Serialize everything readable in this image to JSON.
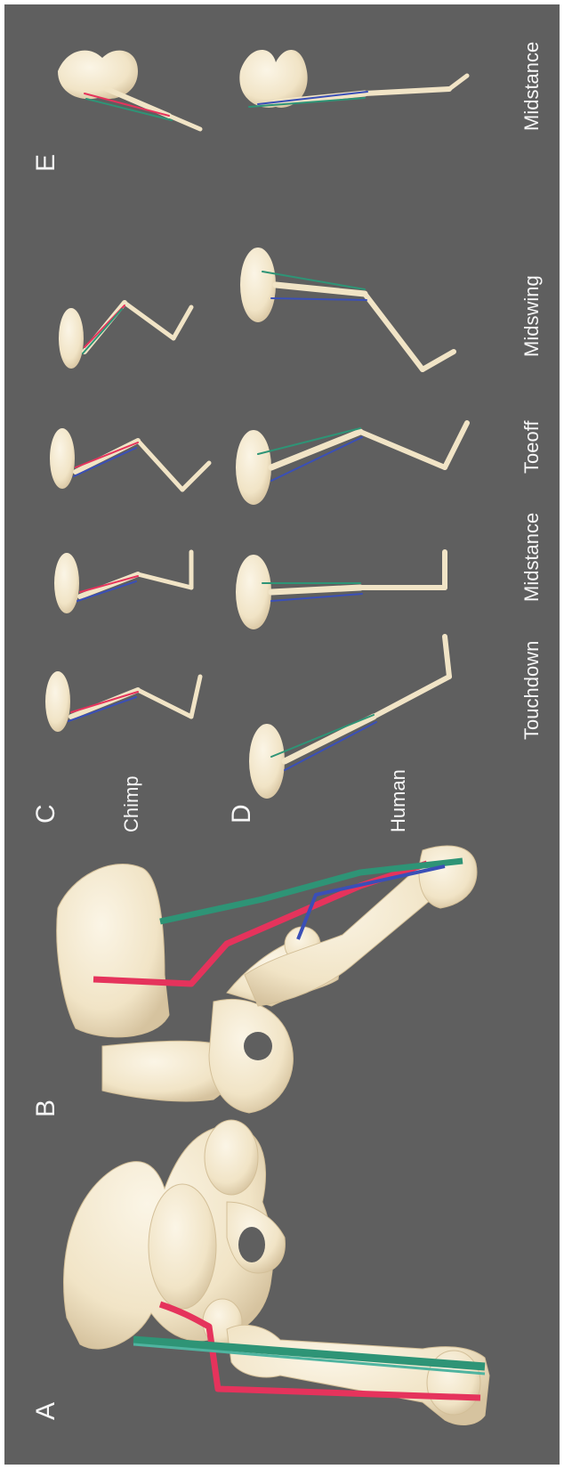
{
  "panels": {
    "a": {
      "label": "A"
    },
    "b": {
      "label": "B"
    },
    "c": {
      "label": "C",
      "species": "Chimp"
    },
    "d": {
      "label": "D",
      "species": "Human"
    },
    "e": {
      "label": "E"
    }
  },
  "phases": {
    "touchdown": "Touchdown",
    "midstance": "Midstance",
    "toeoff": "Toeoff",
    "midswing": "Midswing",
    "midstance_e": "Midstance"
  },
  "colors": {
    "background": "#5f5f5f",
    "bone": "#f4ead3",
    "bone_shadow": "#d8c8a6",
    "muscle_red": "#e5335c",
    "muscle_green": "#2e9476",
    "muscle_blue": "#3a4fb7",
    "muscle_purple": "#6b3fa0"
  }
}
